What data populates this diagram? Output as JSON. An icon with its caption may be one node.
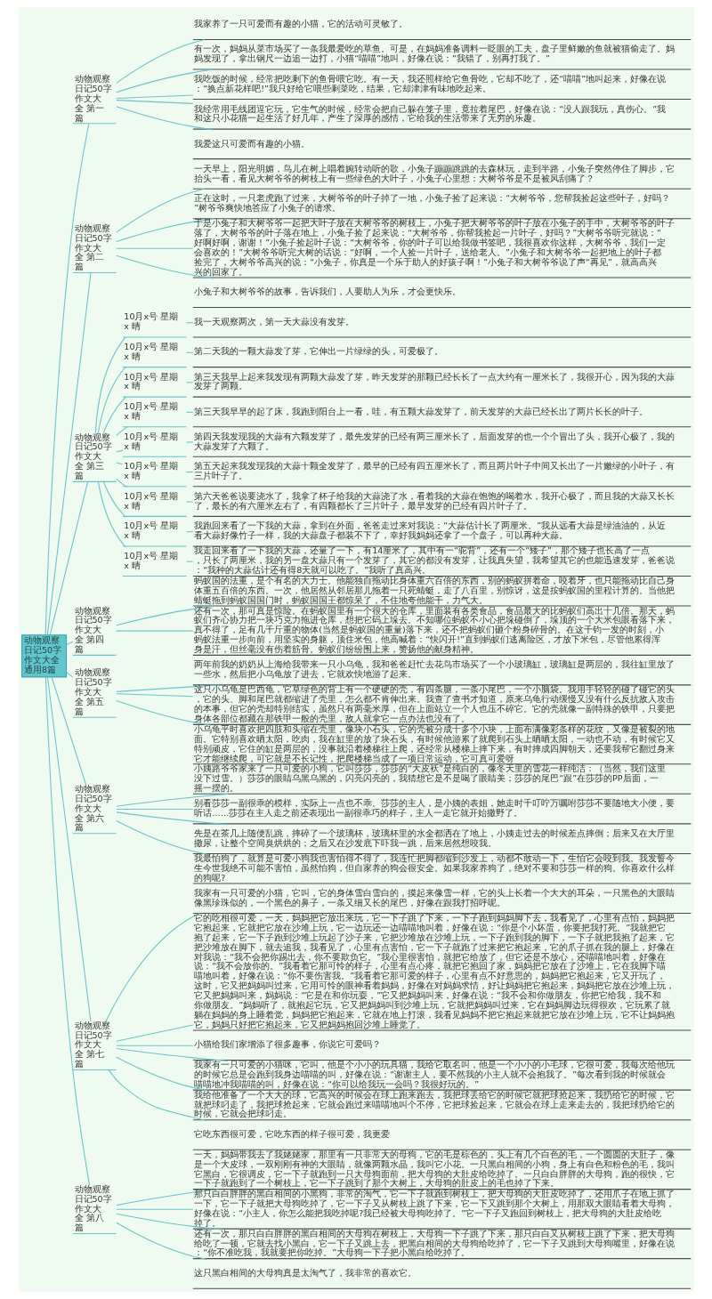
{
  "diagram": {
    "nodes": [
      {
        "text": [
          "动物观察日记50字作文大全通用8篇"
        ]
      },
      {
        "text": [
          "动物观察日记50字作文大全 第一篇"
        ]
      },
      {
        "text": [
          "我家养了一只可爱而有趣的小猫，它的活动可灵敏了。"
        ]
      },
      {
        "text": [
          "有一次，妈妈从菜市场买了一条我最爱吃的草鱼。可是，在妈妈准备调料一眨眼的工夫，盘子里鲜嫩的鱼就被猫偷走了。妈妈发现了，拿出钢尺一边追一边打，小猫“喵喵”地叫，好像在说：“我错了，别再打我了。”"
        ]
      },
      {
        "text": [
          "我吃饭的时候，经常把吃剩下的鱼骨喂它吃。有一天，我还照样给它鱼骨吃，它却不吃了，还“喵喵”地叫起来，好像在说：“换点新花样吧!”我只好给它喂些剩菜吃，结果，它却津津有味地吃起来。"
        ]
      },
      {
        "text": [
          "我经常用毛线团逗它玩，它生气的时候，经常会把自己躲在笼子里，竟拉着尾巴，好像在说：“没人跟我玩，真伤心。”我和这只小花猫一起生活了好几年，产生了深厚的感情，它给我的生活带来了无穷的乐趣。"
        ]
      },
      {
        "text": [
          "我爱这只可爱而有趣的小猫。"
        ]
      },
      {
        "text": [
          "动物观察日记50字作文大全 第二篇"
        ]
      },
      {
        "text": [
          "一天早上，阳光明媚，鸟儿在树上唱着婉转动听的歌，小兔子蹦蹦跳跳的去森林玩，走到半路，小兔子突然停住了脚步，它抬头一看，看见大树爷爷的树枝上有一些绿色的大叶子，小兔子心里想：大树爷爷是不是被风刮痛了？"
        ]
      },
      {
        "text": [
          "正在这时，一只老虎跑了过来，大树爷爷的叶子掉了一地，小兔子捡了起来说：“大树爷爷，您帮我捡起这些叶子，好吗？”树爷爷爽快地答应了小兔子的请求。"
        ]
      },
      {
        "text": [
          "于是小兔子和大树爷爷一起把大叶子放在大树爷爷的树枝上，小兔子把大树爷爷的叶子放在小兔子的手中，大树爷爷的叶子落了，大树爷爷的叶子落在地上，小兔子捡了起来说：“大树爷爷，你帮我捡起一片叶子，好吗？”大树爷爷听完就说：“好啊好啊，谢谢！”小兔子捡起叶子说：“大树爷爷，你的叶子可以给我做书签吧，我很喜欢你这样，大树爷爷，我们一定会喜欢的！”大树爷爷听完大树的话说：“好啊，一个人捡一片叶子，送给老人。”小兔子和大树爷爷一起把地上的叶子都捡完了，大树爷爷高兴的说：“小兔子，你真是一个乐于助人的好孩子啊！”小兔子和大树爷爷说了声“再见”，就高高兴兴的回家了。"
        ]
      },
      {
        "text": [
          "小兔子和大树爷爷的故事，告诉我们，人要助人为乐，才会更快乐。"
        ]
      },
      {
        "text": [
          "动物观察日记50字作文大全 第三篇"
        ]
      },
      {
        "text": [
          "10月x号 星期x 晴"
        ]
      },
      {
        "text": [
          "我一天观察两次，第一天大蒜没有发芽。"
        ]
      },
      {
        "text": [
          "10月x号 星期x 晴"
        ]
      },
      {
        "text": [
          "第二天我的一颗大蒜发了芽，它伸出一片绿绿的头，可爱极了。"
        ]
      },
      {
        "text": [
          "10月x号 星期x 晴"
        ]
      },
      {
        "text": [
          "第三天我早上起来我发现有两颗大蒜发了芽，昨天发芽的那颗已经长长了一点大约有一厘米长了，我很开心，因为我的大蒜发芽了两颗。"
        ]
      },
      {
        "text": [
          "10月x号 星期x 晴"
        ]
      },
      {
        "text": [
          "第三天我早早的起了床，我跑到阳台上一看，哇，有五颗大蒜发芽了，前天发芽的大蒜已经长出了两片长长的叶子。"
        ]
      },
      {
        "text": [
          "10月x号 星期x 晴"
        ]
      },
      {
        "text": [
          "第四天我发现我的大蒜有六颗发芽了，最先发芽的已经有两三厘米长了，后面发芽的也一个个冒出了头，我开心极了，我的大蒜发芽了六颗了。"
        ]
      },
      {
        "text": [
          "10月x号 星期x 晴"
        ]
      },
      {
        "text": [
          "第五天起来我发现我的大蒜十颗全发芽了，最早的已经有四五厘米长了，而且两片叶子中间又长出了一片嫩绿的小叶子，有三片叶子了。"
        ]
      },
      {
        "text": [
          "10月x号 星期x 晴"
        ]
      },
      {
        "text": [
          "第六天爸爸说要浇水了，我拿了杯子给我的大蒜浇了水，看着我的大蒜在饱饱的喝着水，我开心极了，而且我的大蒜又长长了，最长的有六厘米左右了，有四颗都长了三片叶子，最早发芽的已经有四片叶子了。"
        ]
      },
      {
        "text": [
          "10月x号 星期x 晴"
        ]
      },
      {
        "text": [
          "我跑回来看了一下我的大蒜，拿到在外面，爸爸走过来对我说：“大蒜估计长了两厘米。”我从远看大蒜是绿油油的，从近看大蒜好像竹子一样，我的大蒜盘子都装不下了，幸好我妈妈还拿了一个盘子，可以再种大蒜。"
        ]
      },
      {
        "text": [
          "10月x号 星期x 晴"
        ]
      },
      {
        "text": [
          "我走回来看了一下我的大蒜，还量了一下，有14厘米了，其中有一“驼背”，还有一个“矮子”，那个矮子也长高了一点，只长了两厘米，我的另一盘大蒜只有一个发芽了，其它的都没有发芽，让我真失望，我希望其它的也能迅速发芽，爸爸说：“我种的大蒜估计还有得8天就可以吃了。”我听了真高兴。"
        ]
      },
      {
        "text": [
          "动物观察日记50字作文大全 第四篇"
        ]
      },
      {
        "text": [
          "蚂蚁国的法重，是个有名的大力士。他能独自拖动比身体重六百倍的东西，别的蚂蚁拼着命，咬着牙，也只能拖动比自己身体重五百倍的东西。一次，他居然从邻居那儿拖着一只死蜻蜓，走了八百里，别惊讶，这是按蚂蚁国的里程计算的。当他把蜻蜓拖到蚂蚁国国门时，蚂蚁国国王都惊呆了，不住地夸他能干，力气大。"
        ]
      },
      {
        "text": [
          "还有一次，那可真是惊险。在蚂蚁国里有一个很大的仓库，里面装有各类食品，食品最大的比蚂蚁们高出十几倍。那天，蚂蚁们齐心协力把一块巧克力拖进仓库，想把它码上垛去。不知哪位蚂蚁不小心把垛碰倒了，垛顶的一个大米包眼看落下来，真不得了，足有几千斤重的物体(当然是蚂蚁国的重量)落下来，还不把蚂蚁们砸个粉身碎骨的。在这千钧一发的时刻，小蚂蚁法重一步向前，用坚实的身躯，顶住米包，他高喊着：“快闪开!”直到蚂蚁们逃离险区，才放下米包，尽管他累得浑身是汗，但丝毫没有伤着筋骨。蚂蚁们纷纷围上来，赞扬他的献身精神。"
        ]
      },
      {
        "text": [
          "动物观察日记50字作文大全 第五篇"
        ]
      },
      {
        "text": [
          "两年前我的奶奶从上海给我带来一只小乌龟，我和爸爸赶忙去花鸟市场买了一个小玻璃缸，玻璃缸是两层的，我往缸里放了一些水，然后把小乌龟放了进去，它就欢快地游了起来。"
        ]
      },
      {
        "text": [
          "这只小乌龟是巴西龟，它草绿色的背上有一个硬硬的壳，有四条腿，一条小尾巴，一个小脑袋。我用手轻轻的碰了碰它的头，它的头、脚和尾巴就都缩进了壳里，怎么都不肯伸出来。我查了查书才知道，原来乌龟行动缓慢又没有什么反抗敌人攻击的本事，但它的壳却特别结实，虽然只有两毫米厚，但在上面站立一个人也压不碎它。它的壳就像一副特殊的铁甲，只要把身体各部位都藏在那铁甲一般的壳里，敌人就拿它一点办法也没有了。"
        ]
      },
      {
        "text": [
          "小乌龟平时喜欢把四肢和头缩在壳里，像块小石头，它的壳被分成十多个小块，上面布满像彩条样的花纹，又像是被裂的地面。它特别喜欢晒太阳，吃肉，我在缸里的放了块石头，有时候他游累了就爬到石头上晒晒太阳，一动也不动，有时候它又特别顽皮，它住的缸是两层的，没事就沿着楼梯往上爬，还经常从楼梯上摔下来，有时摔成四脚朝天，还要我帮它翻过身来它才能继续爬，可它就是不长记性，把爬楼梯当成了一项日常运动，它可真可爱呀"
        ]
      },
      {
        "text": [
          "动物观察日记50字作文大全 第六篇"
        ]
      },
      {
        "text": [
          "小姨路爷爷家来了一只可爱的小狗，它叫莎莎，莎莎的“大皮袄”是纯白的，像冬天里的雪花一样纯洁：（当然，我们这里没下过雪。）莎莎的眼睛乌黑乌黑的，闪亮闪亮的，我猜想它是不是喝了眼睛美；莎莎的尾巴“跟”在莎莎的PP后面，一摇一摆的。"
        ]
      },
      {
        "text": [
          "别看莎莎一副很乖的模样，实际上一点也不乖。莎莎的主人，是小姨的表姐，她走时千叮咛万嘱咐莎莎不要随地大小便，要听话……莎莎在主人走之前还表现出一副很乖巧的样子，主人一走它就开始撒野了。"
        ]
      },
      {
        "text": [
          "先是在茶几上随便乱跳，摔碎了一个玻璃杯，玻璃杯里的水全都洒在了地上，小姨走过去的时候差点摔倒；后来又在大厅里撒尿，让整个空间臭烘烘的；之后又在沙发底下吓我一跳，后来居然想咬我。"
        ]
      },
      {
        "text": [
          "我最怕狗了，就算是可爱小狗我也害怕得不得了，我连忙把脚都缩到沙发上，动都不敢动一下，生怕它会咬到我。我发誓今生今世我绝不可能不害怕，虽然怕狗，但自家养的狗会很安全。如果我家养狗了，绝对不要和莎莎一样的狗。你喜欢什么样的狗呢?"
        ]
      },
      {
        "text": [
          "动物观察日记50字作文大全 第七篇"
        ]
      },
      {
        "text": [
          "我家有一只可爱的小猫，它叫，它的身体雪白雪白的，摸起来像雪一样，它的头上长着一个大大的耳朵，一只黑色的大眼睛像黑珍珠似的，一个黑色的鼻子，一条又细又长的尾巴，好像在跟我打招呼呢。"
        ]
      },
      {
        "text": [
          "它的吃相很可爱，一天，妈妈把它放出来玩，它一下子跳了下来，一下子跑到妈妈脚下去，我看见了，心里有点怕，妈妈把它抱起来，它就把它放在沙堆上玩，它一边玩还一边喵喵地叫着，好像在说：“你是个小坏蛋，你要把我打死。”我就把它抱了起来，它一下子跑到沙堆上玩起了沙子来，它把沙堆放在沙堆上玩，一下子跑到我的脚下，一下子就把我抱了起来，它把沙堆放在脚下，就去追我，我看见了，心里有点害怕，它一下子就跑了过来把它抱起来，它的爪子抓在我的腿上，好像在对我说：“我不会把你踢出去，你不要欺负它。”我心里很害怕，就把它给放了，但它还是不放心，还喵喵地叫着，好像在说：“我不会放你的。”我看着它那可怜的样子，心里有点心疼，就把它抱回了家，妈妈把它放在了沙堆上，它在我脚下喵喵地叫着，好像在说：“你不要伤害我。”我看着它那可爱的样子，心里有点不好意思的，妈妈把它抱起来，它又开玩了，这时，它又把妈妈叫过来，它用可怜的眼神看着妈妈，好像在对妈妈求情，好让妈妈把它抱起来，妈妈把它放在沙堆上玩，它又把妈妈叫来，妈妈说：“它是在和你玩耍，”它又把妈妈叫来，好像在说：“我不会和你做朋友，你把它给我，我不和你做朋友。”妈妈听了，就抱起它玩，它又把妈妈叫到沙堆上玩，它就把妈妈叫过来，它在妈妈脚边玩得很欢，它玩累了就躺在妈妈的身上睡着觉，妈妈把它抱起来，它就在地上打滚，我看见妈妈不把它抱起来就把它放在沙堆上玩，它不让妈妈抱它，妈妈只好把它抱起来，它又把妈妈抱回沙堆上睡觉了。"
        ]
      },
      {
        "text": [
          "小猫给我们家增添了很多趣事，你说它可爱吗？"
        ]
      },
      {
        "text": [
          "我家有一只可爱的小猫咪，它叫，他是个小小的玩具猫，我给它取名叫，他是一个小小的小毛球，它很可爱，我每次给他玩的时候它总是会跑到我身边喵喵的叫，好像在说：“谢谢主人，要不然我的小主人就不会抱我了。”每次看到我的时候就会喵喵地冲我喵喵的叫，好像在说：“你可以给我玩一会吗？我很好玩的。”"
        ]
      },
      {
        "text": [
          "我给他准备了一个大大的球，它高兴的时候会在球上跑来跑去，我把球丢给它的时候它就把球抢起来，我扔给它的时候，它就把球叼走了，我把球抢起来，它就会跑过来喵喵地叫个不停，它把球捡起来，它就会在球上走来走去的，我把球扔给它的时候，它就会把球叼走。"
        ]
      },
      {
        "text": [
          "它吃东西很可爱，它吃东西的样子很可爱，我更爱"
        ]
      },
      {
        "text": [
          "动物观察日记50字作文大全 第八篇"
        ]
      },
      {
        "text": [
          "一天，妈妈带我去了我姥姥家，那里有一只非常大的母狗，它的毛是棕色的，头上有几个白色的毛，一个圆圆的大肚子，像是一个大皮球，一双刚刚有神的大眼睛，就像两颗水晶，我叫它小花。一只黑白相间的小狗，身上有白色和粉色的毛，我叫它黑白，它很调皮，它一下子就跑到一只大母狗面前，把大母狗的大肚皮给吃掉了。一只白白胖胖的大母狗，跑的很快，它一下子就跑到了一个树枝上，它一下子跳到了那个大树上，大母狗的肚皮上的毛也掉了下来。"
        ]
      },
      {
        "text": [
          "那只白白胖胖的黑白相间的小黑狗，非常的淘气，它一下子就跑到树枝上，把大母狗的大肚皮吃掉了，还用爪子在地上抓了一下，它一下子就把大母狗吃掉了，它一下子又从树枝上跳了下来，它一下又跳到那个大树上，用那双大眼睛看着大母狗，好像在说：“小主人，你怎么能把我吃掉呢?我已经被大母狗吃掉了。”它一下子又跑回到树枝上，把大母狗的大肚皮给吃掉了。"
        ]
      },
      {
        "text": [
          "还有一次，那只白白胖胖的黑白相间的大母狗在树枝上，大母狗一下子跳了下来，那只白白又从树枝上跳了下来，把大母狗给吃了一顿，它就去找小黑白，它一下子又跳上去，把黑白相间的大母狗给吃掉了，它一下子又跳到大母狗嘴里，好像在说：“你不准吃我，我就要把你吃掉。”大母狗一下子把小黑白给吃掉了。"
        ]
      },
      {
        "text": [
          "这只黑白相间的大母狗真是太淘气了，我非常的喜欢它。"
        ]
      }
    ],
    "edges": [
      {
        "from": 0,
        "to": 1,
        "arrow": "none"
      },
      {
        "from": 1,
        "to": 2,
        "arrow": "none"
      },
      {
        "from": 1,
        "to": 3,
        "arrow": "none"
      },
      {
        "from": 1,
        "to": 4,
        "arrow": "none"
      },
      {
        "from": 1,
        "to": 5,
        "arrow": "none"
      },
      {
        "from": 1,
        "to": 6,
        "arrow": "none"
      },
      {
        "from": 0,
        "to": 7,
        "arrow": "none"
      },
      {
        "from": 7,
        "to": 8,
        "arrow": "none"
      },
      {
        "from": 7,
        "to": 9,
        "arrow": "none"
      },
      {
        "from": 7,
        "to": 10,
        "arrow": "none"
      },
      {
        "from": 7,
        "to": 11,
        "arrow": "none"
      },
      {
        "from": 0,
        "to": 12,
        "arrow": "none"
      },
      {
        "from": 12,
        "to": 13,
        "arrow": "none"
      },
      {
        "from": 13,
        "to": 14,
        "arrow": "none"
      },
      {
        "from": 12,
        "to": 15,
        "arrow": "none"
      },
      {
        "from": 15,
        "to": 16,
        "arrow": "none"
      },
      {
        "from": 12,
        "to": 17,
        "arrow": "none"
      },
      {
        "from": 17,
        "to": 18,
        "arrow": "none"
      },
      {
        "from": 12,
        "to": 19,
        "arrow": "none"
      },
      {
        "from": 19,
        "to": 20,
        "arrow": "none"
      },
      {
        "from": 12,
        "to": 21,
        "arrow": "none"
      },
      {
        "from": 21,
        "to": 22,
        "arrow": "none"
      },
      {
        "from": 12,
        "to": 23,
        "arrow": "none"
      },
      {
        "from": 23,
        "to": 24,
        "arrow": "none"
      },
      {
        "from": 12,
        "to": 25,
        "arrow": "none"
      },
      {
        "from": 25,
        "to": 26,
        "arrow": "none"
      },
      {
        "from": 12,
        "to": 27,
        "arrow": "none"
      },
      {
        "from": 27,
        "to": 28,
        "arrow": "none"
      },
      {
        "from": 12,
        "to": 29,
        "arrow": "none"
      },
      {
        "from": 29,
        "to": 30,
        "arrow": "none"
      },
      {
        "from": 0,
        "to": 31,
        "arrow": "none"
      },
      {
        "from": 31,
        "to": 32,
        "arrow": "none"
      },
      {
        "from": 31,
        "to": 33,
        "arrow": "none"
      },
      {
        "from": 0,
        "to": 34,
        "arrow": "none"
      },
      {
        "from": 34,
        "to": 35,
        "arrow": "none"
      },
      {
        "from": 34,
        "to": 36,
        "arrow": "none"
      },
      {
        "from": 34,
        "to": 37,
        "arrow": "none"
      },
      {
        "from": 0,
        "to": 38,
        "arrow": "none"
      },
      {
        "from": 38,
        "to": 39,
        "arrow": "none"
      },
      {
        "from": 38,
        "to": 40,
        "arrow": "none"
      },
      {
        "from": 38,
        "to": 41,
        "arrow": "none"
      },
      {
        "from": 38,
        "to": 42,
        "arrow": "none"
      },
      {
        "from": 0,
        "to": 43,
        "arrow": "none"
      },
      {
        "from": 43,
        "to": 44,
        "arrow": "none"
      },
      {
        "from": 43,
        "to": 45,
        "arrow": "none"
      },
      {
        "from": 43,
        "to": 46,
        "arrow": "none"
      },
      {
        "from": 43,
        "to": 47,
        "arrow": "none"
      },
      {
        "from": 43,
        "to": 48,
        "arrow": "none"
      },
      {
        "from": 43,
        "to": 49,
        "arrow": "none"
      },
      {
        "from": 0,
        "to": 50,
        "arrow": "none"
      },
      {
        "from": 50,
        "to": 51,
        "arrow": "none"
      },
      {
        "from": 50,
        "to": 52,
        "arrow": "none"
      },
      {
        "from": 50,
        "to": 53,
        "arrow": "none"
      },
      {
        "from": 50,
        "to": 54,
        "arrow": "none"
      }
    ]
  }
}
